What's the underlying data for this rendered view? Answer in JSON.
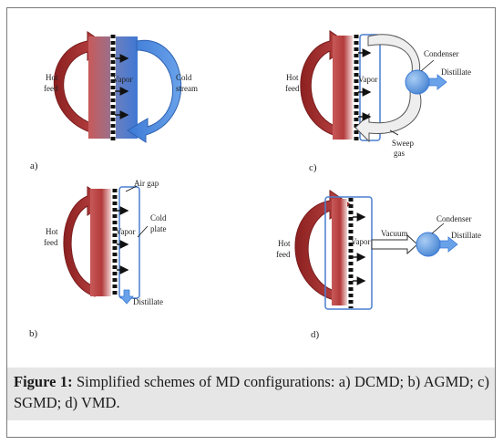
{
  "panels": {
    "a": {
      "letter": "a)",
      "hot_feed": [
        "Hot",
        "feed"
      ],
      "vapor": "Vapor",
      "cold_stream": [
        "Cold",
        "stream"
      ]
    },
    "b": {
      "letter": "b)",
      "hot_feed": [
        "Hot",
        "feed"
      ],
      "vapor": "Vapor",
      "air_gap": "Air gap",
      "cold_plate": [
        "Cold",
        "plate"
      ],
      "distillate": "Distillate"
    },
    "c": {
      "letter": "c)",
      "hot_feed": [
        "Hot",
        "feed"
      ],
      "vapor": "Vapor",
      "condenser": "Condenser",
      "distillate": "Distillate",
      "sweep_gas": [
        "Sweep",
        "gas"
      ]
    },
    "d": {
      "letter": "d)",
      "hot_feed": [
        "Hot",
        "feed"
      ],
      "vapor": "Vapor",
      "vacuum": "Vacuum",
      "condenser": "Condenser",
      "distillate": "Distillate"
    }
  },
  "caption": {
    "label": "Figure 1:",
    "text": " Simplified schemes of MD configurations: a) DCMD; b) AGMD; c) SGMD; d) VMD."
  },
  "colors": {
    "hot": "#b33a3a",
    "cold": "#4a7fd0",
    "condenser": "#5b9be0",
    "membrane": "#1a1a1a",
    "caption_band": "#e6e6e6"
  }
}
